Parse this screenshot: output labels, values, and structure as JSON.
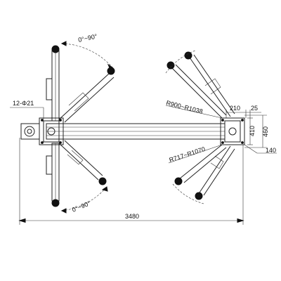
{
  "dimensions": {
    "overall_length": "3480",
    "bolt_spec": "12-Φ21",
    "swing_angle_top": "0°~90°",
    "swing_angle_bottom": "0°~90°",
    "reach_long": "R900~R1038",
    "reach_short": "R717~R1070",
    "dim_210": "210",
    "dim_25": "25",
    "dim_410": "410",
    "dim_460": "460",
    "dim_140": "140"
  }
}
